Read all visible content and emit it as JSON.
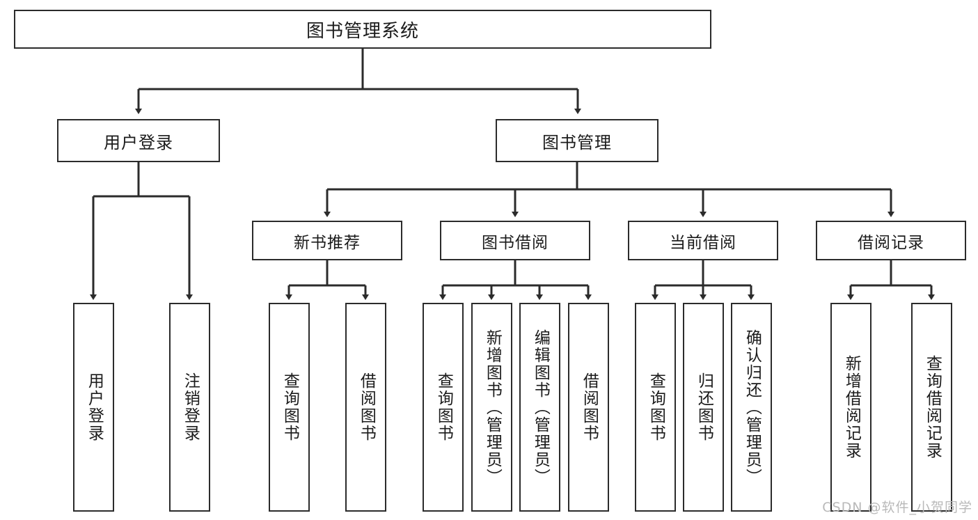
{
  "diagram": {
    "type": "tree",
    "title": "图书管理系统",
    "root": {
      "label": "图书管理系统"
    },
    "level2": [
      {
        "label": "用户登录"
      },
      {
        "label": "图书管理"
      }
    ],
    "level3": [
      {
        "label": "新书推荐"
      },
      {
        "label": "图书借阅"
      },
      {
        "label": "当前借阅"
      },
      {
        "label": "借阅记录"
      }
    ],
    "leaves": {
      "user_login": [
        {
          "label": "用户登录"
        },
        {
          "label": "注销登录"
        }
      ],
      "new_book_recommend": [
        {
          "label": "查询图书"
        },
        {
          "label": "借阅图书"
        }
      ],
      "book_borrow": [
        {
          "label": "查询图书"
        },
        {
          "label": "新增图书（管理员）"
        },
        {
          "label": "编辑图书（管理员）"
        },
        {
          "label": "借阅图书"
        }
      ],
      "current_borrow": [
        {
          "label": "查询图书"
        },
        {
          "label": "归还图书"
        },
        {
          "label": "确认归还（管理员）"
        }
      ],
      "borrow_records": [
        {
          "label": "新增借阅记录"
        },
        {
          "label": "查询借阅记录"
        }
      ]
    },
    "colors": {
      "stroke": "#2b2b2b",
      "fill": "#ffffff",
      "text": "#1b1b1b",
      "watermark": "#b9b9b9"
    }
  },
  "watermark": {
    "text": "CSDN @软件_小贺同学"
  }
}
